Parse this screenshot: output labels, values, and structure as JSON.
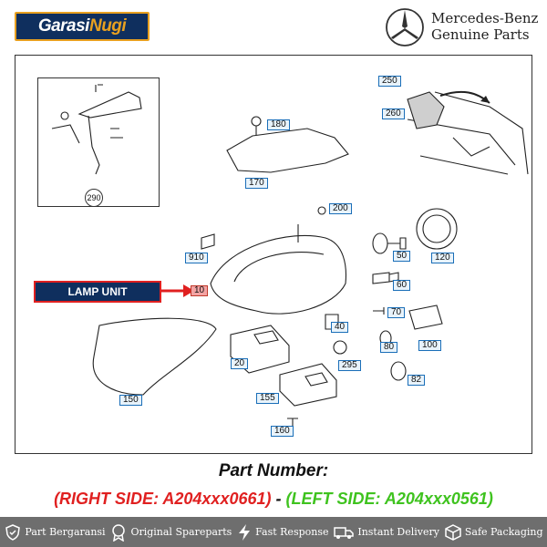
{
  "brand": {
    "logo_part1": "Garasi",
    "logo_part2": "Nugi"
  },
  "maker": {
    "name_line1": "Mercedes-Benz",
    "name_line2": "Genuine Parts"
  },
  "diagram": {
    "callouts": [
      "10",
      "20",
      "40",
      "50",
      "60",
      "70",
      "80",
      "82",
      "100",
      "120",
      "150",
      "155",
      "160",
      "170",
      "180",
      "200",
      "250",
      "260",
      "290",
      "295",
      "910"
    ],
    "lamp_label": "LAMP UNIT"
  },
  "part_number": {
    "title": "Part Number:",
    "right_side": "(RIGHT SIDE: A204xxx0661)",
    "separator": " - ",
    "left_side": "(LEFT SIDE: A204xxx0561)"
  },
  "features": [
    {
      "label": "Part Bergaransi",
      "icon": "shield-icon"
    },
    {
      "label": "Original Spareparts",
      "icon": "badge-icon"
    },
    {
      "label": "Fast Response",
      "icon": "lightning-icon"
    },
    {
      "label": "Instant Delivery",
      "icon": "truck-icon"
    },
    {
      "label": "Safe Packaging",
      "icon": "box-icon"
    }
  ],
  "colors": {
    "navy": "#0f2f5e",
    "orange": "#e8a020",
    "red": "#e02020",
    "green": "#3fc31f",
    "footer": "#6e6e6e"
  }
}
